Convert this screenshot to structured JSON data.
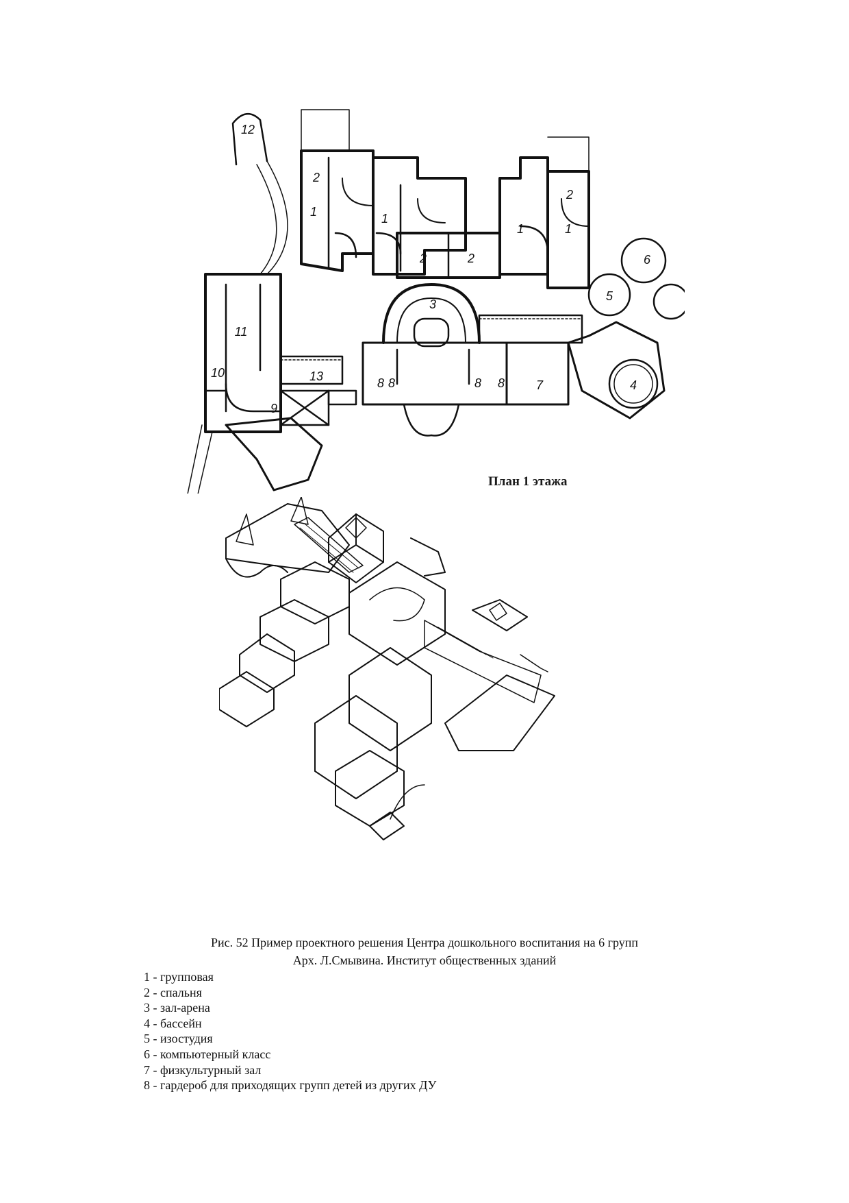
{
  "plan_label": "План 1 этажа",
  "plan_room_numbers": [
    "1",
    "2",
    "3",
    "4",
    "5",
    "6",
    "7",
    "8",
    "9",
    "10",
    "11",
    "12",
    "13"
  ],
  "caption": {
    "line1": "Рис. 52 Пример проектного решения Центра дошкольного воспитания на 6 групп",
    "line2": "Арх. Л.Смывина. Институт общественных зданий"
  },
  "legend": [
    "1 - групповая",
    "2 - спальня",
    "3 - зал-арена",
    "4 - бассейн",
    "5 - изостудия",
    "6 - компьютерный класс",
    "7 - физкультурный зал",
    "8 - гардероб для приходящих групп детей из других ДУ"
  ]
}
